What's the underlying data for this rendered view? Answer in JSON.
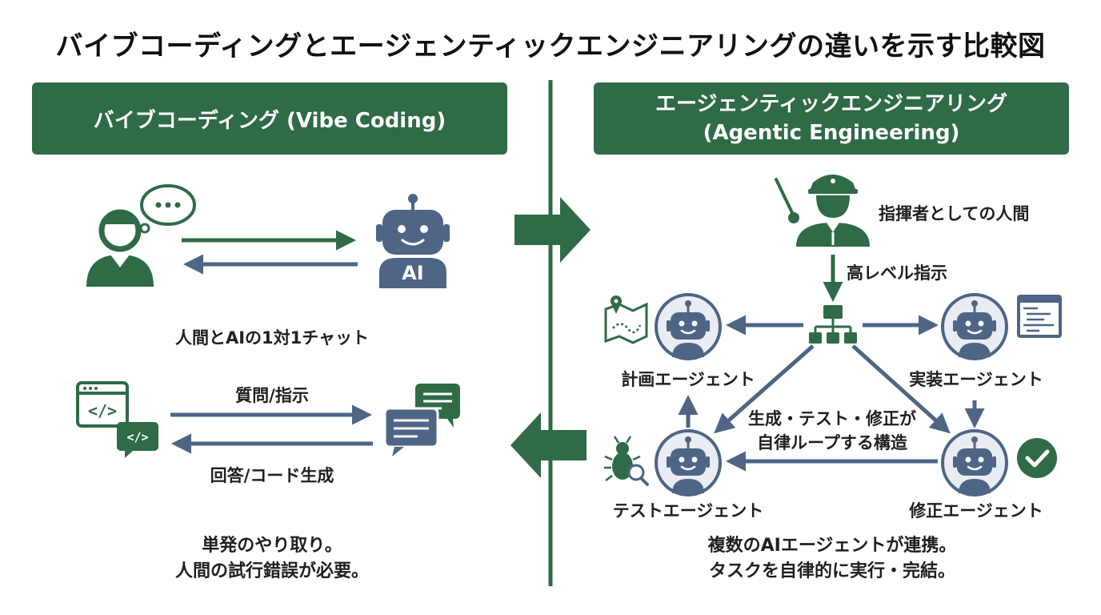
{
  "title": "バイブコーディングとエージェンティックエンジニアリングの違いを示す比較図",
  "left": {
    "header": "バイブコーディング (Vibe Coding)",
    "ai_label": "AI",
    "chat_caption": "人間とAIの1対1チャット",
    "question_label": "質問/指示",
    "answer_label": "回答/コード生成",
    "code_icon_text": "</>",
    "summary_line1": "単発のやり取り。",
    "summary_line2": "人間の試行錯誤が必要。"
  },
  "right": {
    "header_line1": "エージェンティックエンジニアリング",
    "header_line2": "(Agentic Engineering)",
    "conductor_label": "指揮者としての人間",
    "instruction_label": "高レベル指示",
    "planning_agent": "計画エージェント",
    "implementation_agent": "実装エージェント",
    "test_agent": "テストエージェント",
    "fix_agent": "修正エージェント",
    "loop_line1": "生成・テスト・修正が",
    "loop_line2": "自律ループする構造",
    "summary_line1": "複数のAIエージェントが連携。",
    "summary_line2": "タスクを自律的に実行・完結。"
  },
  "colors": {
    "green": "#2e6b46",
    "slate": "#4e6585",
    "robot_face": "#4e6585",
    "circle_fill": "#e9edf3"
  }
}
